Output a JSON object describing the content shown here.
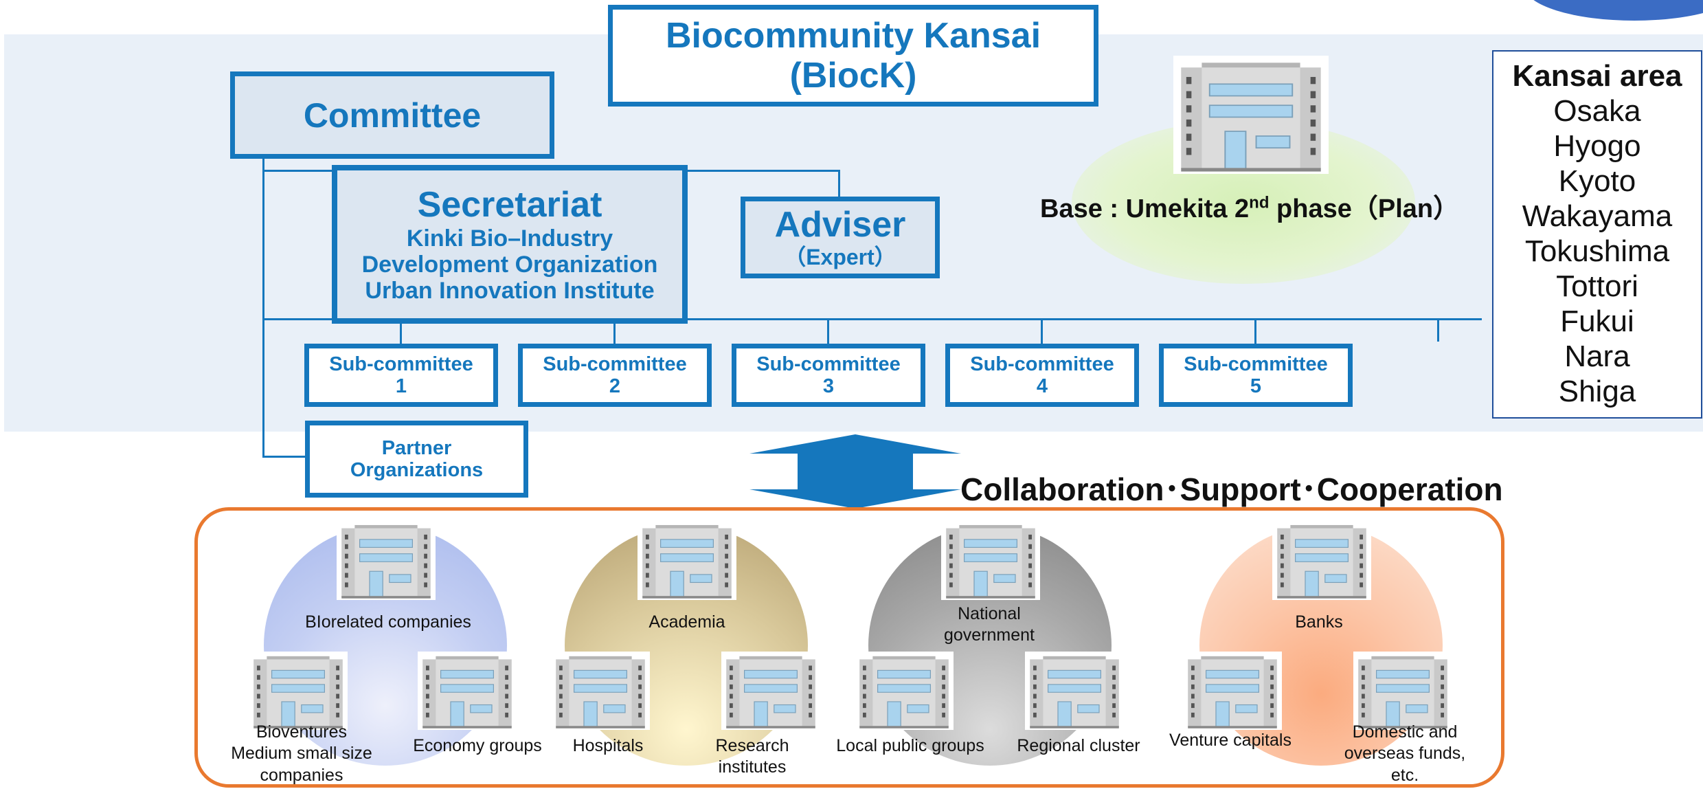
{
  "title": {
    "line1": "Biocommunity Kansai",
    "line2": "(BiocK)"
  },
  "committee": "Committee",
  "secretariat": {
    "title": "Secretariat",
    "lines": [
      "Kinki Bio–Industry",
      "Development Organization",
      "Urban Innovation Institute"
    ]
  },
  "adviser": {
    "title": "Adviser",
    "sub": "（Expert）"
  },
  "base": {
    "prefix": "Base : Umekita 2",
    "sup": "nd",
    "suffix": " phase（Plan）"
  },
  "kansai": {
    "title": "Kansai area",
    "items": [
      "Osaka",
      "Hyogo",
      "Kyoto",
      "Wakayama",
      "Tokushima",
      "Tottori",
      "Fukui",
      "Nara",
      "Shiga"
    ]
  },
  "subcommittees": [
    {
      "name": "Sub-committee",
      "num": "1"
    },
    {
      "name": "Sub-committee",
      "num": "2"
    },
    {
      "name": "Sub-committee",
      "num": "3"
    },
    {
      "name": "Sub-committee",
      "num": "4"
    },
    {
      "name": "Sub-committee",
      "num": "5"
    }
  ],
  "partner": {
    "line1": "Partner",
    "line2": "Organizations"
  },
  "collaboration": "Collaboration･Support･Cooperation",
  "groups": [
    {
      "center": "BIorelated companies",
      "left": "Bioventures\nMedium small size\ncompanies",
      "right": "Economy groups",
      "color": "#a7b8ec"
    },
    {
      "center": "Academia",
      "left": "Hospitals",
      "right": "Research\ninstitutes",
      "color": "#bfae78"
    },
    {
      "center": "National\ngovernment",
      "left": "Local public groups",
      "right": "Regional cluster",
      "color": "#8e8e8e"
    },
    {
      "center": "Banks",
      "left": "Venture capitals",
      "right": "Domestic and\noverseas funds,\netc.",
      "color": "#fbb58f"
    }
  ],
  "colors": {
    "accent": "#1577bd",
    "orange": "#e9792f",
    "band": "#e9f0f8"
  }
}
